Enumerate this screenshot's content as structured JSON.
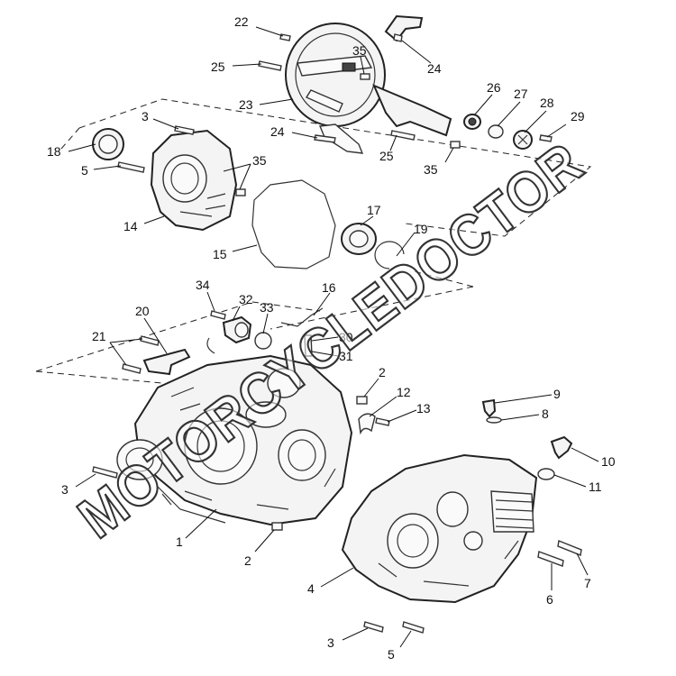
{
  "diagram": {
    "callouts": [
      {
        "id": "22",
        "label": "22"
      },
      {
        "id": "35a",
        "label": "35"
      },
      {
        "id": "25a",
        "label": "25"
      },
      {
        "id": "24a",
        "label": "24"
      },
      {
        "id": "23",
        "label": "23"
      },
      {
        "id": "26",
        "label": "26"
      },
      {
        "id": "27",
        "label": "27"
      },
      {
        "id": "28",
        "label": "28"
      },
      {
        "id": "29",
        "label": "29"
      },
      {
        "id": "3a",
        "label": "3"
      },
      {
        "id": "18",
        "label": "18"
      },
      {
        "id": "24b",
        "label": "24"
      },
      {
        "id": "25b",
        "label": "25"
      },
      {
        "id": "35b",
        "label": "35"
      },
      {
        "id": "5a",
        "label": "5"
      },
      {
        "id": "35c",
        "label": "35"
      },
      {
        "id": "14",
        "label": "14"
      },
      {
        "id": "17",
        "label": "17"
      },
      {
        "id": "19",
        "label": "19"
      },
      {
        "id": "15",
        "label": "15"
      },
      {
        "id": "16",
        "label": "16"
      },
      {
        "id": "34",
        "label": "34"
      },
      {
        "id": "32",
        "label": "32"
      },
      {
        "id": "33",
        "label": "33"
      },
      {
        "id": "20",
        "label": "20"
      },
      {
        "id": "21",
        "label": "21"
      },
      {
        "id": "30",
        "label": "30"
      },
      {
        "id": "31",
        "label": "31"
      },
      {
        "id": "2a",
        "label": "2"
      },
      {
        "id": "12",
        "label": "12"
      },
      {
        "id": "13",
        "label": "13"
      },
      {
        "id": "9",
        "label": "9"
      },
      {
        "id": "8",
        "label": "8"
      },
      {
        "id": "10",
        "label": "10"
      },
      {
        "id": "11",
        "label": "11"
      },
      {
        "id": "3b",
        "label": "3"
      },
      {
        "id": "1",
        "label": "1"
      },
      {
        "id": "2b",
        "label": "2"
      },
      {
        "id": "4",
        "label": "4"
      },
      {
        "id": "6",
        "label": "6"
      },
      {
        "id": "7",
        "label": "7"
      },
      {
        "id": "3c",
        "label": "3"
      },
      {
        "id": "5b",
        "label": "5"
      }
    ]
  },
  "watermark": {
    "text": "MOTORCYCLEDOCTOR"
  }
}
